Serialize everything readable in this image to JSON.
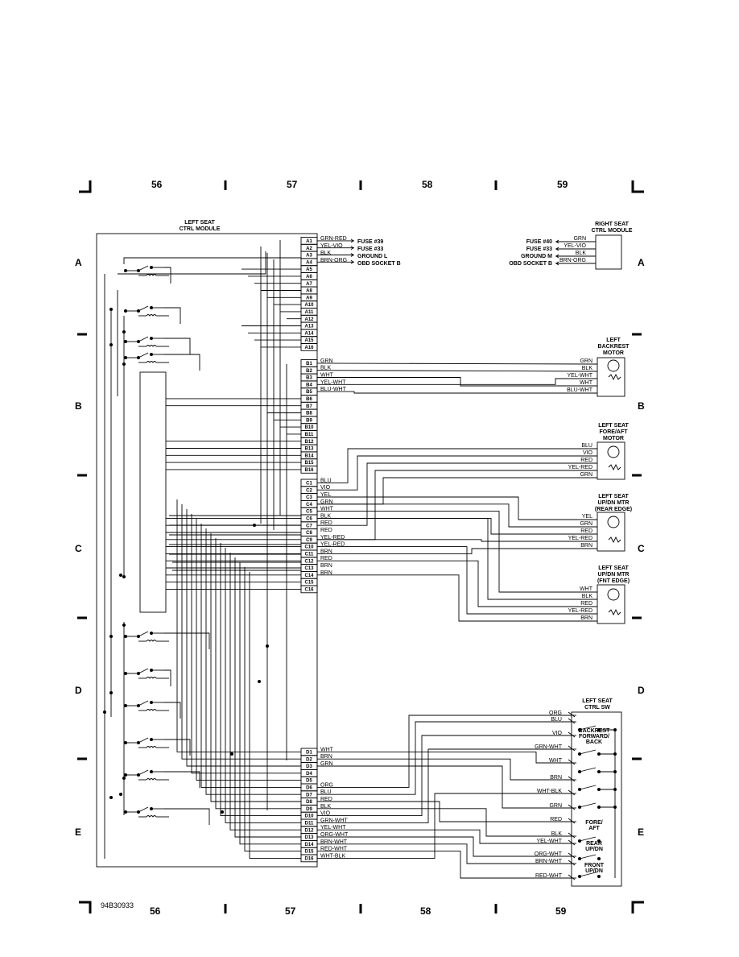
{
  "grid": {
    "columns_top": [
      "56",
      "57",
      "58",
      "59"
    ],
    "columns_bottom": [
      "56",
      "57",
      "58",
      "59"
    ],
    "rows": [
      "A",
      "B",
      "C",
      "D",
      "E"
    ],
    "figure_id": "94B30933"
  },
  "left_module": {
    "title_line1": "LEFT SEAT",
    "title_line2": "CTRL MODULE",
    "pins_a": [
      "A1",
      "A2",
      "A3",
      "A4",
      "A5",
      "A6",
      "A7",
      "A8",
      "A9",
      "A10",
      "A11",
      "A12",
      "A13",
      "A14",
      "A15",
      "A16"
    ],
    "pins_b": [
      "B1",
      "B2",
      "B3",
      "B4",
      "B5",
      "B6",
      "B7",
      "B8",
      "B9",
      "B10",
      "B11",
      "B12",
      "B13",
      "B14",
      "B15",
      "B16"
    ],
    "pins_c": [
      "C1",
      "C2",
      "C3",
      "C4",
      "C5",
      "C6",
      "C7",
      "C8",
      "C9",
      "C10",
      "C11",
      "C12",
      "C13",
      "C14",
      "C15",
      "C16"
    ],
    "pins_d": [
      "D1",
      "D2",
      "D3",
      "D4",
      "D5",
      "D6",
      "D7",
      "D8",
      "D9",
      "D10",
      "D11",
      "D12",
      "D13",
      "D14",
      "D15",
      "D16"
    ]
  },
  "a_wires": [
    {
      "color": "GRN-RED",
      "dest": "FUSE #39"
    },
    {
      "color": "YEL-VIO",
      "dest": "FUSE #33"
    },
    {
      "color": "BLK",
      "dest": "GROUND L"
    },
    {
      "color": "BRN-ORG",
      "dest": "OBD SOCKET B"
    }
  ],
  "right_module": {
    "title_line1": "RIGHT SEAT",
    "title_line2": "CTRL MODULE",
    "wires": [
      {
        "source": "FUSE #40",
        "color": "GRN"
      },
      {
        "source": "FUSE #33",
        "color": "YEL-VIO"
      },
      {
        "source": "GROUND M",
        "color": "BLK"
      },
      {
        "source": "OBD SOCKET B",
        "color": "BRN-ORG"
      }
    ]
  },
  "backrest_motor": {
    "title_line1": "LEFT",
    "title_line2": "BACKREST",
    "title_line3": "MOTOR",
    "left_colors": [
      "GRN",
      "BLK",
      "WHT",
      "YEL-WHT",
      "BLU-WHT"
    ],
    "right_colors": [
      "GRN",
      "BLK",
      "YEL-WHT",
      "WHT",
      "BLU-WHT"
    ]
  },
  "fore_aft_motor": {
    "title_line1": "LEFT SEAT",
    "title_line2": "FORE/AFT",
    "title_line3": "MOTOR",
    "colors": [
      "BLU",
      "VIO",
      "RED",
      "YEL-RED",
      "GRN"
    ]
  },
  "rear_motor": {
    "title_line1": "LEFT SEAT",
    "title_line2": "UP/DN MTR",
    "title_line3": "(REAR EDGE)",
    "colors": [
      "YEL",
      "GRN",
      "RED",
      "YEL-RED",
      "BRN"
    ]
  },
  "front_motor": {
    "title_line1": "LEFT SEAT",
    "title_line2": "UP/DN MTR",
    "title_line3": "(FNT EDGE)",
    "colors": [
      "WHT",
      "BLK",
      "RED",
      "YEL-RED",
      "BRN"
    ]
  },
  "c_wires": [
    "BLU",
    "VIO",
    "YEL",
    "GRN",
    "WHT",
    "BLK",
    "RED",
    "RED",
    "YEL-RED",
    "YEL-RED",
    "BRN",
    "RED",
    "BRN",
    "BRN"
  ],
  "d_wires": [
    "WHT",
    "BRN",
    "GRN",
    "",
    "",
    "ORG",
    "BLU",
    "RED",
    "BLK",
    "VIO",
    "GRN-WHT",
    "YEL-WHT",
    "ORG-WHT",
    "BRN-WHT",
    "RED-WHT",
    "WHT-BLK"
  ],
  "switch": {
    "title_line1": "LEFT SEAT",
    "title_line2": "CTRL SW",
    "group1_line1": "BACKREST",
    "group1_line2": "FORWARD/",
    "group1_line3": "BACK",
    "group2_line1": "FORE/",
    "group2_line2": "AFT",
    "group3_line1": "REAR",
    "group3_line2": "UP/DN",
    "group4_line1": "FRONT",
    "group4_line2": "UP/DN",
    "wires": [
      "ORG",
      "BLU",
      "VIO",
      "GRN-WHT",
      "WHT",
      "BRN",
      "WHT-BLK",
      "GRN",
      "RED",
      "BLK",
      "YEL-WHT",
      "ORG-WHT",
      "BRN-WHT",
      "RED-WHT"
    ]
  }
}
